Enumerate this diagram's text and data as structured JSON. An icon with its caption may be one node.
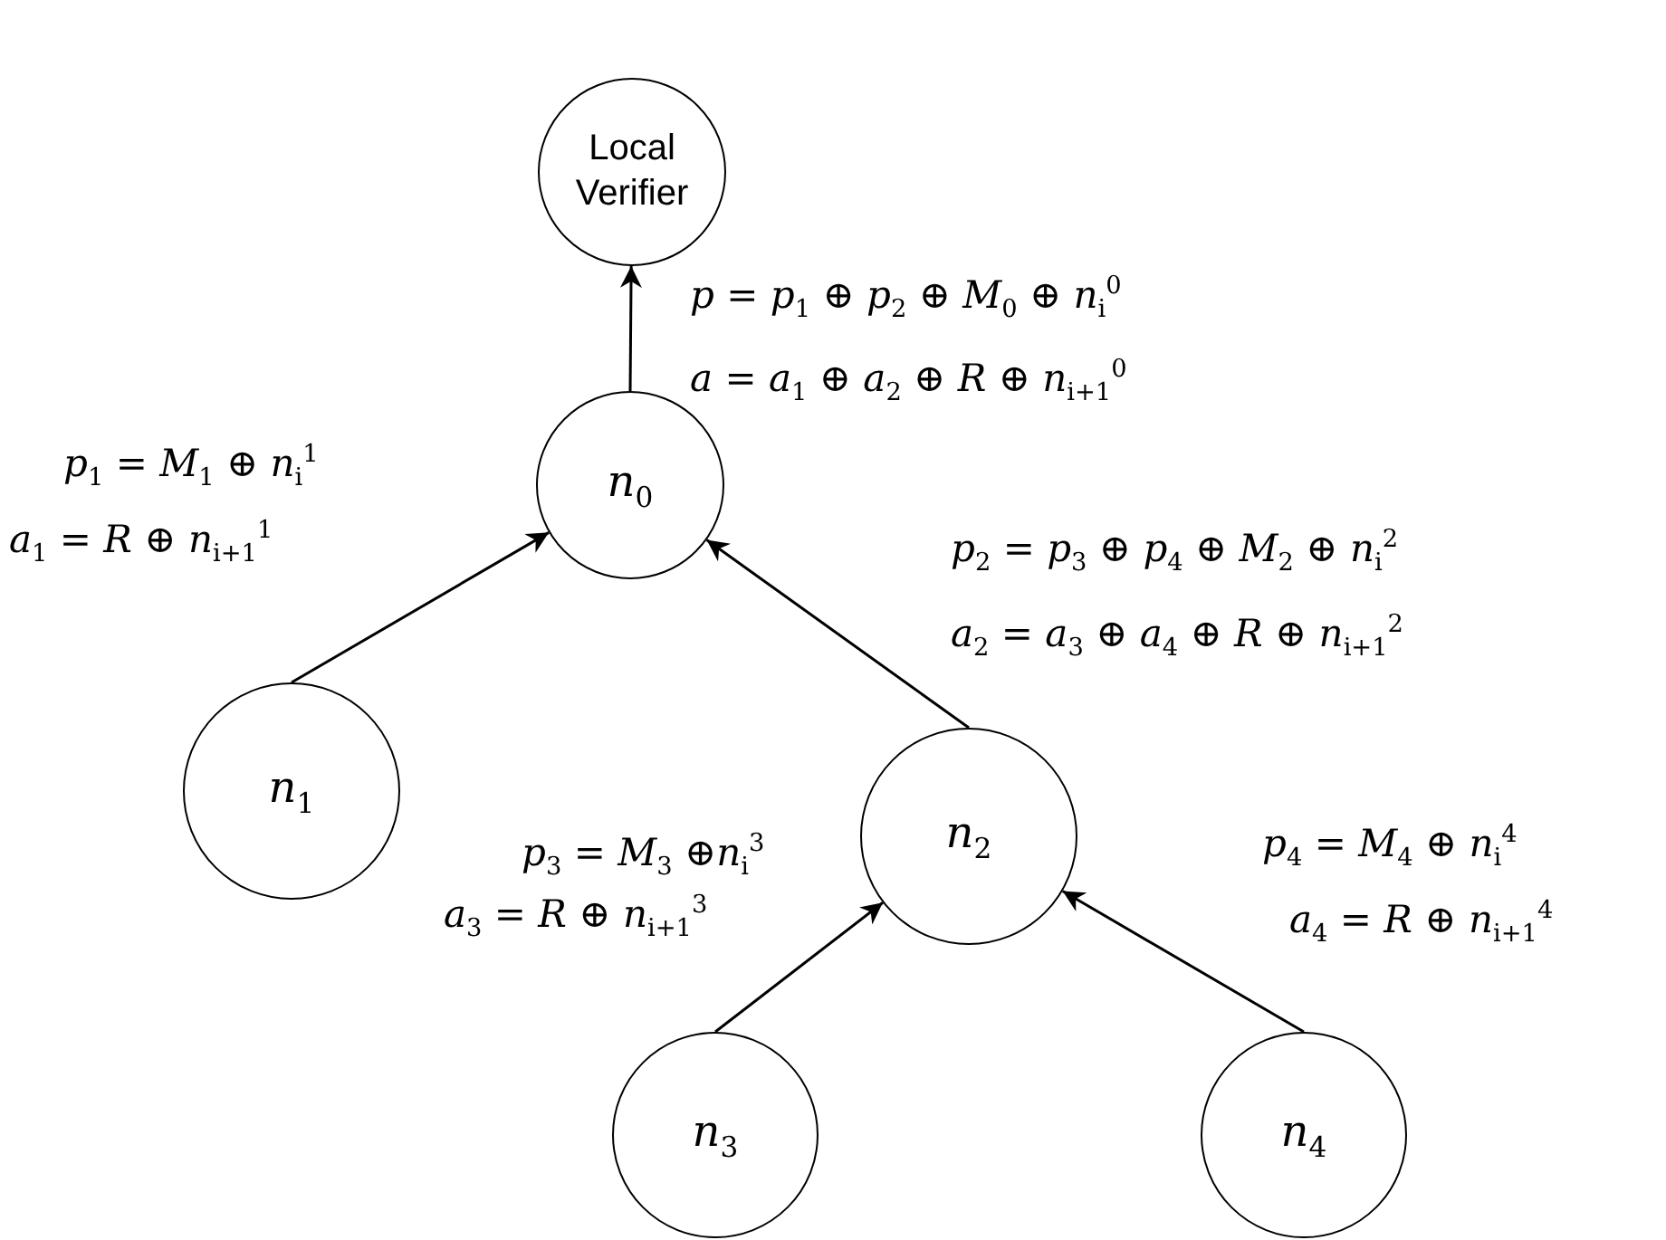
{
  "diagram": {
    "nodes": [
      {
        "text": [
          "Local Verifier"
        ]
      },
      {
        "text": [
          "*n*$_{0}$"
        ]
      },
      {
        "text": [
          "*n*$_{1}$"
        ]
      },
      {
        "text": [
          "*n*$_{2}$"
        ]
      },
      {
        "text": [
          "*n*$_{3}$"
        ]
      },
      {
        "text": [
          "*n*$_{4}$"
        ]
      }
    ],
    "edges": [
      {
        "from": 1,
        "to": 0,
        "arrow": "to"
      },
      {
        "from": 2,
        "to": 1,
        "arrow": "to"
      },
      {
        "from": 3,
        "to": 1,
        "arrow": "to"
      },
      {
        "from": 4,
        "to": 3,
        "arrow": "to"
      },
      {
        "from": 5,
        "to": 3,
        "arrow": "to"
      }
    ],
    "labels": [
      "*p* = *p*$_{1}$ ⊕ *p*$_{2}$ ⊕ *M*$_{0}$ ⊕ *n*$_{i}$$^{0}$",
      "*a* = *a*$_{1}$ ⊕ *a*$_{2}$ ⊕ *R* ⊕ *n*$_{i+1}$$^{0}$",
      "*p*$_{1}$ = *M*$_{1}$ ⊕ *n*$_{i}$$^{1}$",
      "*a*$_{1}$ = *R* ⊕ *n*$_{i+1}$$^{1}$",
      "*p*$_{2}$ = *p*$_{3}$ ⊕ *p*$_{4}$ ⊕ *M*$_{2}$ ⊕ *n*$_{i}$$^{2}$",
      "*a*$_{2}$ = *a*$_{3}$ ⊕ *a*$_{4}$ ⊕ *R* ⊕ *n*$_{i+1}$$^{2}$",
      "*p*$_{3}$ = *M*$_{3}$ ⊕*n*$_{i}$$^{3}$",
      "*a*$_{3}$ = *R* ⊕ *n*$_{i+1}$$^{3}$",
      "*p*$_{4}$ = *M*$_{4}$ ⊕ *n*$_{i}$$^{4}$",
      "*a*$_{4}$ = *R* ⊕ *n*$_{i+1}$$^{4}$"
    ]
  }
}
